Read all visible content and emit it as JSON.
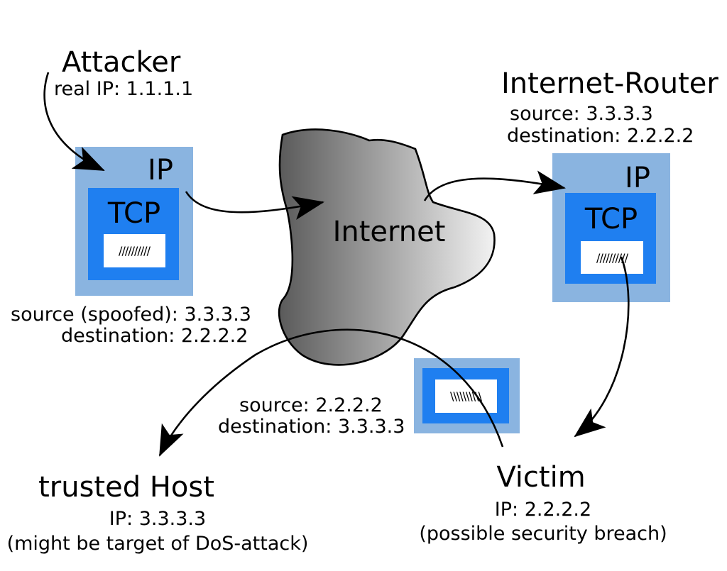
{
  "attacker": {
    "title": "Attacker",
    "ip": "real IP: 1.1.1.1",
    "packet": {
      "ip_label": "IP",
      "tcp_label": "TCP",
      "payload": "//////////"
    },
    "source": "source (spoofed): 3.3.3.3",
    "destination": "destination: 2.2.2.2"
  },
  "internet": {
    "label": "Internet"
  },
  "router": {
    "title": "Internet-Router",
    "source": "source: 3.3.3.3",
    "destination": "destination: 2.2.2.2",
    "packet": {
      "ip_label": "IP",
      "tcp_label": "TCP",
      "payload": "//////////"
    }
  },
  "reply": {
    "source": "source: 2.2.2.2",
    "destination": "destination: 3.3.3.3",
    "payload": "\\\\\\\\\\\\\\\\\\\\"
  },
  "trusted_host": {
    "title": "trusted Host",
    "ip": "IP: 3.3.3.3",
    "note": "(might be target of DoS-attack)"
  },
  "victim": {
    "title": "Victim",
    "ip": "IP: 2.2.2.2",
    "note": "(possible security breach)"
  },
  "colors": {
    "ip_layer": "#8ab4e0",
    "tcp_layer": "#1f7ff0",
    "payload": "#ffffff",
    "cloud_dark": "#5a5a5a",
    "cloud_light": "#f2f2f2"
  }
}
